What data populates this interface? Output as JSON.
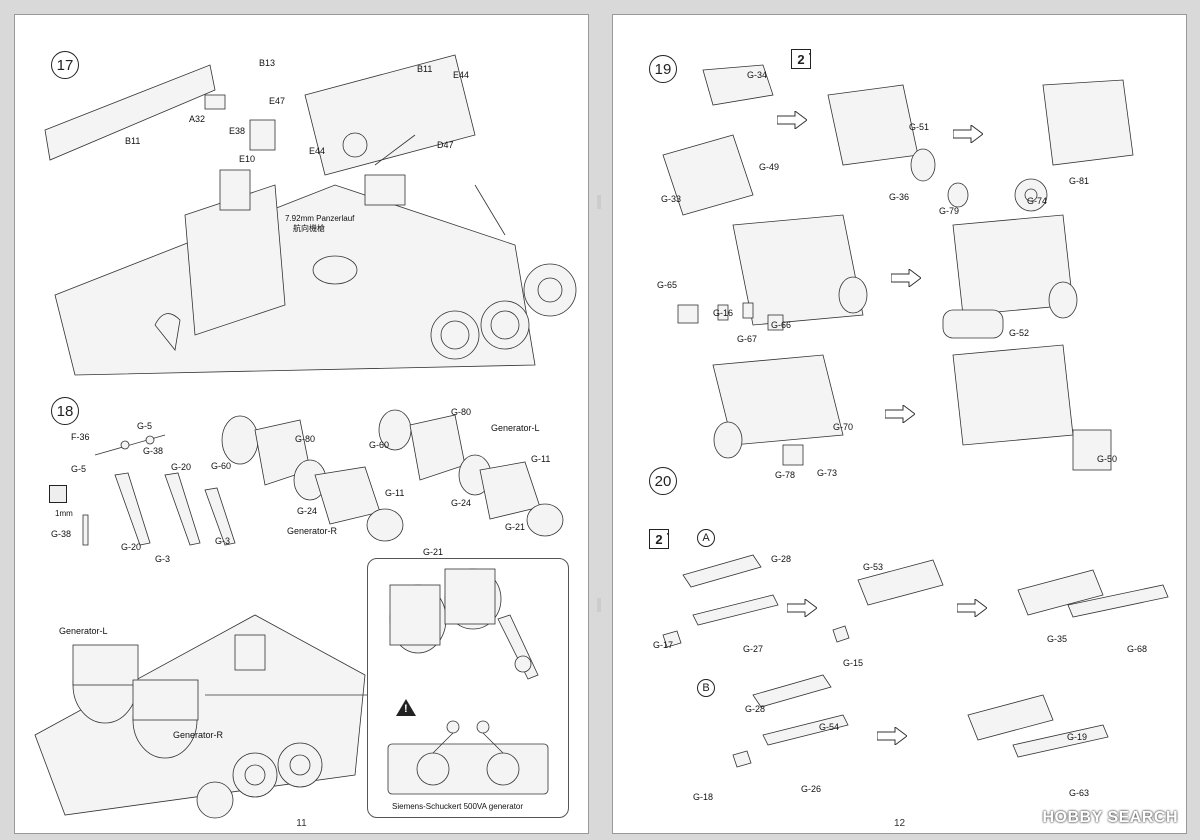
{
  "pages": [
    {
      "number": "11"
    },
    {
      "number": "12"
    }
  ],
  "steps": {
    "s17": {
      "num": "17",
      "labels": {
        "b13": "B13",
        "b11a": "B11",
        "e44a": "E44",
        "e47": "E47",
        "a32": "A32",
        "b11b": "B11",
        "e38": "E38",
        "e10": "E10",
        "e44b": "E44",
        "d47": "D47",
        "mg_en": "7.92mm Panzerlauf",
        "mg_cn": "航向機槍"
      }
    },
    "s18": {
      "num": "18",
      "labels": {
        "g5a": "G-5",
        "f36": "F-36",
        "g38a": "G-38",
        "g5b": "G-5",
        "g20a": "G-20",
        "g20b": "G-20",
        "g3a": "G-3",
        "g3b": "G-3",
        "g38b": "G-38",
        "mm": "1mm",
        "g80a": "G-80",
        "g60a": "G-60",
        "g11a": "G-11",
        "g24a": "G-24",
        "g21a": "G-21",
        "gen_r": "Generator-R",
        "g80b": "G-80",
        "g60b": "G-60",
        "genl_top": "Generator-L",
        "g11b": "G-11",
        "g24b": "G-24",
        "g21b": "G-21",
        "gen_l_bottom": "Generator-L",
        "gen_r_bottom": "Generator-R",
        "inset_caption": "Siemens-Schuckert 500VA generator"
      }
    },
    "s19": {
      "num": "19",
      "badge": "2",
      "labels": {
        "g34": "G-34",
        "g33": "G-33",
        "g49": "G-49",
        "g51": "G-51",
        "g36": "G-36",
        "g79": "G-79",
        "g81": "G-81",
        "g74": "G-74",
        "g65": "G-65",
        "g16": "G-16",
        "g67": "G-67",
        "g66": "G-66",
        "g52": "G-52",
        "g70": "G-70",
        "g78": "G-78",
        "g73": "G-73",
        "g50": "G-50"
      }
    },
    "s20": {
      "num": "20",
      "badge": "2",
      "sub_a": "A",
      "sub_b": "B",
      "labels": {
        "g28a": "G-28",
        "g17": "G-17",
        "g27": "G-27",
        "g53": "G-53",
        "g15": "G-15",
        "g35": "G-35",
        "g68": "G-68",
        "g28b": "G-28",
        "g54": "G-54",
        "g18": "G-18",
        "g26": "G-26",
        "g19": "G-19",
        "g63": "G-63"
      }
    }
  },
  "watermark": "HOBBY SEARCH",
  "colors": {
    "line": "#333333",
    "paper": "#ffffff",
    "fill": "#eeeeee"
  }
}
